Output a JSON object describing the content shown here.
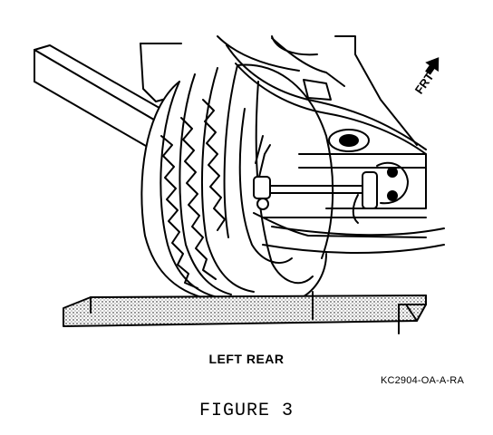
{
  "diagram": {
    "front_indicator": "FRT",
    "view_label": "LEFT REAR",
    "part_code": "KC2904-OA-A-RA",
    "figure_title": "FIGURE 3"
  }
}
